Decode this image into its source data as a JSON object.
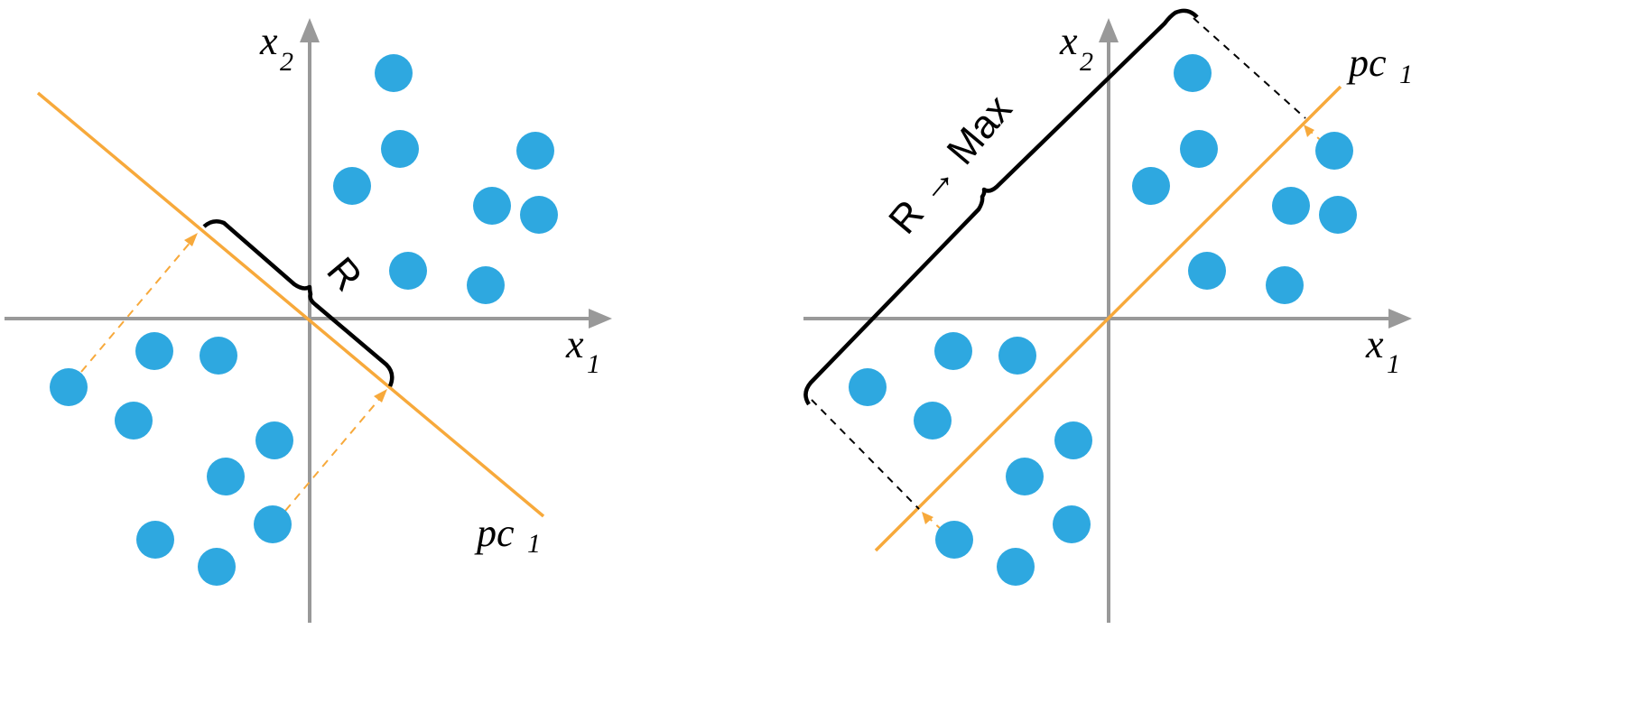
{
  "figure": {
    "description": "PCA illustration: projection of points onto first principal component; left = arbitrary direction, right = direction maximizing spread R",
    "colors": {
      "points": "#2EA8E0",
      "principal_component": "#F7A93B",
      "axes": "#999999",
      "brace": "#000000"
    }
  },
  "panels": [
    {
      "id": "left",
      "axis_labels": {
        "x": {
          "main": "x",
          "sub": "1"
        },
        "y": {
          "main": "x",
          "sub": "2"
        }
      },
      "pc_label": {
        "main": "pc",
        "sub": "1"
      },
      "brace_label": "R",
      "pc_direction": "descending"
    },
    {
      "id": "right",
      "axis_labels": {
        "x": {
          "main": "x",
          "sub": "1"
        },
        "y": {
          "main": "x",
          "sub": "2"
        }
      },
      "pc_label": {
        "main": "pc",
        "sub": "1"
      },
      "brace_label": "R → Max",
      "pc_direction": "ascending"
    }
  ],
  "chart_data": {
    "type": "scatter",
    "title": "",
    "xlabel": "x1",
    "ylabel": "x2",
    "grid": false,
    "note": "Same point set in both panels; coordinates in data units relative to origin (x right, y up)",
    "points": [
      {
        "x": 0.93,
        "y": 2.72
      },
      {
        "x": 1.0,
        "y": 1.88
      },
      {
        "x": 0.47,
        "y": 1.47
      },
      {
        "x": 2.02,
        "y": 1.25
      },
      {
        "x": 2.5,
        "y": 1.86
      },
      {
        "x": 2.54,
        "y": 1.15
      },
      {
        "x": 1.09,
        "y": 0.53
      },
      {
        "x": 1.95,
        "y": 0.37
      },
      {
        "x": -2.67,
        "y": -0.76
      },
      {
        "x": -1.72,
        "y": -0.36
      },
      {
        "x": -1.01,
        "y": -0.41
      },
      {
        "x": -1.95,
        "y": -1.13
      },
      {
        "x": -0.39,
        "y": -1.35
      },
      {
        "x": -0.93,
        "y": -1.75
      },
      {
        "x": -0.41,
        "y": -2.28
      },
      {
        "x": -1.71,
        "y": -2.45
      },
      {
        "x": -1.03,
        "y": -2.75
      }
    ]
  }
}
